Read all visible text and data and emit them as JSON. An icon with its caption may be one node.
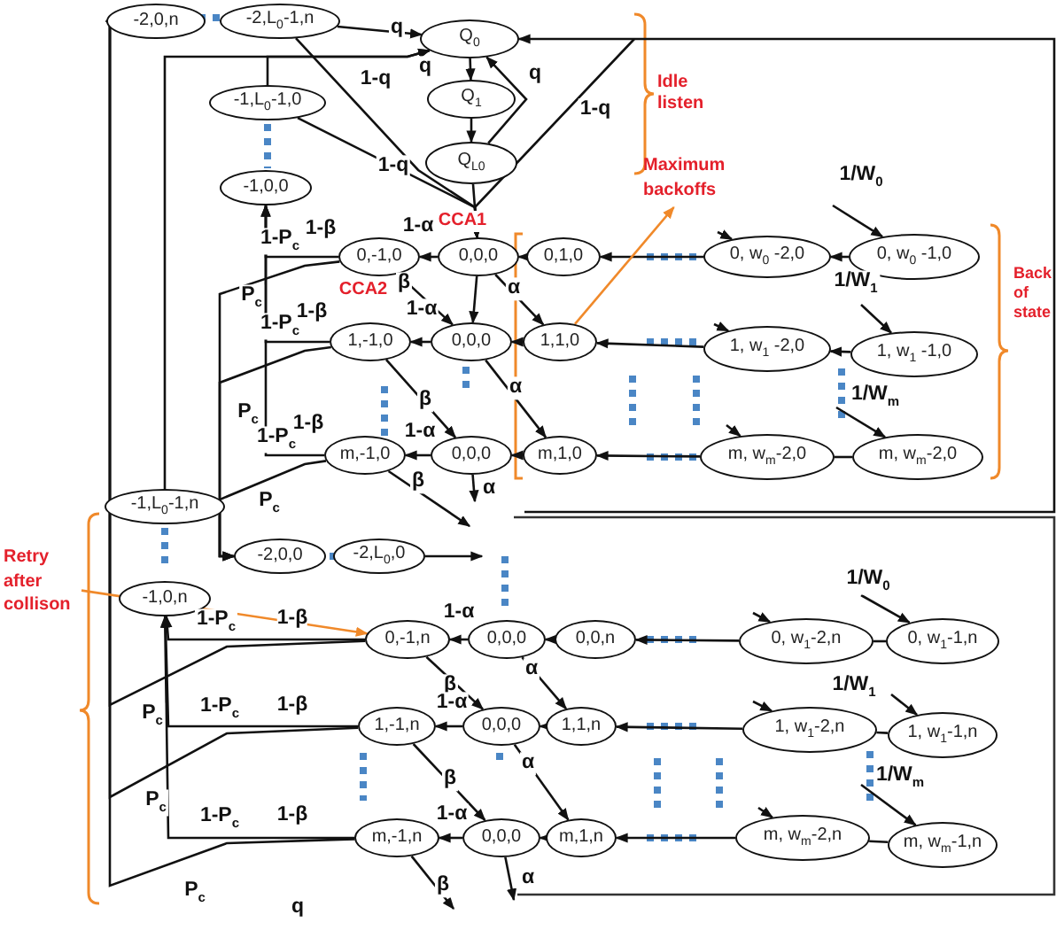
{
  "diagram": {
    "nodes": [
      {
        "text": [
          "-2,0,n"
        ]
      },
      {
        "text": [
          "-2,L$_{0}$-1,n"
        ]
      },
      {
        "text": [
          "Q$_{0}$"
        ]
      },
      {
        "text": [
          "Q$_{1}$"
        ]
      },
      {
        "text": [
          "Q$_{L0}$"
        ]
      },
      {
        "text": [
          "-1,L$_{0}$-1,0"
        ]
      },
      {
        "text": [
          "-1,0,0"
        ]
      },
      {
        "text": [
          "0,-1,0"
        ]
      },
      {
        "text": [
          "0,0,0"
        ]
      },
      {
        "text": [
          "0,1,0"
        ]
      },
      {
        "text": [
          "0, w$_{0}$ -2,0"
        ]
      },
      {
        "text": [
          "0, w$_{0}$ -1,0"
        ]
      },
      {
        "text": [
          "1,-1,0"
        ]
      },
      {
        "text": [
          "0,0,0"
        ]
      },
      {
        "text": [
          "1,1,0"
        ]
      },
      {
        "text": [
          "1, w$_{1}$ -2,0"
        ]
      },
      {
        "text": [
          "1, w$_{1}$ -1,0"
        ]
      },
      {
        "text": [
          "m,-1,0"
        ]
      },
      {
        "text": [
          "0,0,0"
        ]
      },
      {
        "text": [
          "m,1,0"
        ]
      },
      {
        "text": [
          "m, w$_{m}$-2,0"
        ]
      },
      {
        "text": [
          "m, w$_{m}$-2,0"
        ]
      },
      {
        "text": [
          "-1,L$_{0}$-1,n"
        ]
      },
      {
        "text": [
          "-2,0,0"
        ]
      },
      {
        "text": [
          "-2,L$_{0}$,0"
        ]
      },
      {
        "text": [
          "-1,0,n"
        ]
      },
      {
        "text": [
          "0,-1,n"
        ]
      },
      {
        "text": [
          "0,0,0"
        ]
      },
      {
        "text": [
          "0,0,n"
        ]
      },
      {
        "text": [
          "0, w$_{1}$-2,n"
        ]
      },
      {
        "text": [
          "0, w$_{1}$-1,n"
        ]
      },
      {
        "text": [
          "1,-1,n"
        ]
      },
      {
        "text": [
          "0,0,0"
        ]
      },
      {
        "text": [
          "1,1,n"
        ]
      },
      {
        "text": [
          "1, w$_{1}$-2,n"
        ]
      },
      {
        "text": [
          "1, w$_{1}$-1,n"
        ]
      },
      {
        "text": [
          "m,-1,n"
        ]
      },
      {
        "text": [
          "0,0,0"
        ]
      },
      {
        "text": [
          "m,1,n"
        ]
      },
      {
        "text": [
          "m, w$_{m}$-2,n"
        ]
      },
      {
        "text": [
          "m, w$_{m}$-1,n"
        ]
      },
      {
        "text": [
          "Maximum backoffs"
        ]
      },
      {
        "text": [
          "Retry after collison"
        ]
      }
    ],
    "edges": [
      {
        "from": 1,
        "to": 2,
        "arrow": "to",
        "label": "q"
      },
      {
        "from": 22,
        "to": 2,
        "arrow": "to",
        "label": "q"
      },
      {
        "from": 2,
        "to": 3,
        "arrow": "to"
      },
      {
        "from": 3,
        "to": 4,
        "arrow": "to"
      },
      {
        "from": 4,
        "to": 2,
        "arrow": "to",
        "label": "q"
      },
      {
        "from": 1,
        "to": 8,
        "arrow": "to",
        "label": "1-q"
      },
      {
        "from": 5,
        "to": 8,
        "arrow": "to",
        "label": "1-q"
      },
      {
        "from": null,
        "to": 8,
        "arrow": "to",
        "label": "1-q"
      },
      {
        "from": 4,
        "to": 8,
        "arrow": "to"
      },
      {
        "from": 8,
        "to": 7,
        "arrow": "to",
        "label": "1-α"
      },
      {
        "from": 9,
        "to": 8,
        "arrow": "to"
      },
      {
        "from": 10,
        "to": 9,
        "arrow": "to"
      },
      {
        "from": 11,
        "to": 10,
        "arrow": "to"
      },
      {
        "from": null,
        "to": 11,
        "arrow": "to",
        "label": "1/W$_{0}$"
      },
      {
        "from": 7,
        "to": 13,
        "arrow": "to",
        "label": "β"
      },
      {
        "from": 8,
        "to": 13,
        "arrow": "to"
      },
      {
        "from": 8,
        "to": 14,
        "arrow": "to",
        "label": "α"
      },
      {
        "from": 13,
        "to": 12,
        "arrow": "to",
        "label": "1-α"
      },
      {
        "from": 14,
        "to": 13,
        "arrow": "to"
      },
      {
        "from": 15,
        "to": 14,
        "arrow": "to"
      },
      {
        "from": 16,
        "to": 15,
        "arrow": "to"
      },
      {
        "from": null,
        "to": 16,
        "arrow": "to",
        "label": "1/W$_{1}$"
      },
      {
        "from": 12,
        "to": 18,
        "arrow": "to",
        "label": "β"
      },
      {
        "from": 13,
        "to": 19,
        "arrow": "to",
        "label": "α"
      },
      {
        "from": 18,
        "to": 17,
        "arrow": "to",
        "label": "1-α"
      },
      {
        "from": 19,
        "to": 18,
        "arrow": "to"
      },
      {
        "from": 20,
        "to": 19,
        "arrow": "to"
      },
      {
        "from": 21,
        "to": 20,
        "arrow": "none"
      },
      {
        "from": null,
        "to": 21,
        "arrow": "to",
        "label": "1/W$_{m}$"
      },
      {
        "from": 17,
        "to": null,
        "arrow": "to",
        "label": "β"
      },
      {
        "from": 18,
        "to": null,
        "arrow": "to",
        "label": "α"
      },
      {
        "from": 7,
        "to": 6,
        "arrow": "to",
        "label": "1-P$_{c}$"
      },
      {
        "from": 12,
        "to": 6,
        "arrow": "to",
        "label": "1-P$_{c}$"
      },
      {
        "from": 17,
        "to": 6,
        "arrow": "to",
        "label": "1-P$_{c}$"
      },
      {
        "from": 7,
        "to": 23,
        "arrow": "to",
        "label": "P$_{c}$"
      },
      {
        "from": 12,
        "to": 23,
        "arrow": "to",
        "label": "P$_{c}$"
      },
      {
        "from": 17,
        "to": 23,
        "arrow": "to",
        "label": "P$_{c}$"
      },
      {
        "from": 24,
        "to": null,
        "arrow": "to"
      },
      {
        "from": 5,
        "to": 2,
        "arrow": "to"
      },
      {
        "from": 27,
        "to": 26,
        "arrow": "to",
        "label": "1-α"
      },
      {
        "from": 28,
        "to": 27,
        "arrow": "to"
      },
      {
        "from": 29,
        "to": 28,
        "arrow": "to"
      },
      {
        "from": 30,
        "to": 29,
        "arrow": "none"
      },
      {
        "from": null,
        "to": 30,
        "arrow": "to",
        "label": "1/W$_{0}$"
      },
      {
        "from": 26,
        "to": 32,
        "arrow": "to",
        "label": "β"
      },
      {
        "from": 27,
        "to": 33,
        "arrow": "to",
        "label": "α"
      },
      {
        "from": 32,
        "to": 31,
        "arrow": "to",
        "label": "1-α"
      },
      {
        "from": 33,
        "to": 32,
        "arrow": "to"
      },
      {
        "from": 34,
        "to": 33,
        "arrow": "to"
      },
      {
        "from": 35,
        "to": 34,
        "arrow": "none"
      },
      {
        "from": null,
        "to": 35,
        "arrow": "to",
        "label": "1/W$_{1}$"
      },
      {
        "from": 31,
        "to": 37,
        "arrow": "to",
        "label": "β"
      },
      {
        "from": 32,
        "to": 38,
        "arrow": "to",
        "label": "α"
      },
      {
        "from": 37,
        "to": 36,
        "arrow": "to",
        "label": "1-α"
      },
      {
        "from": 38,
        "to": 37,
        "arrow": "to"
      },
      {
        "from": 39,
        "to": 38,
        "arrow": "to"
      },
      {
        "from": 40,
        "to": 39,
        "arrow": "none"
      },
      {
        "from": null,
        "to": 40,
        "arrow": "to",
        "label": "1/W$_{m}$"
      },
      {
        "from": 36,
        "to": null,
        "arrow": "to",
        "label": "β"
      },
      {
        "from": 37,
        "to": null,
        "arrow": "to",
        "label": "α"
      },
      {
        "from": 26,
        "to": 25,
        "arrow": "to",
        "label": "1-P$_{c}$"
      },
      {
        "from": 31,
        "to": 25,
        "arrow": "to",
        "label": "1-P$_{c}$"
      },
      {
        "from": 36,
        "to": 25,
        "arrow": "to",
        "label": "1-P$_{c}$"
      },
      {
        "from": 26,
        "to": 0,
        "arrow": "to",
        "label": "P$_{c}$"
      },
      {
        "from": 31,
        "to": 0,
        "arrow": "to",
        "label": "P$_{c}$"
      },
      {
        "from": 36,
        "to": 0,
        "arrow": "to",
        "label": "P$_{c}$"
      },
      {
        "from": null,
        "to": 10,
        "arrow": "to"
      },
      {
        "from": null,
        "to": 15,
        "arrow": "to"
      },
      {
        "from": null,
        "to": 20,
        "arrow": "to"
      },
      {
        "from": null,
        "to": 29,
        "arrow": "to"
      },
      {
        "from": null,
        "to": 34,
        "arrow": "to"
      },
      {
        "from": null,
        "to": 39,
        "arrow": "to"
      },
      {
        "from": 14,
        "to": 41,
        "arrow": "to",
        "color": "#f0892a"
      },
      {
        "from": 42,
        "to": 26,
        "arrow": "to",
        "color": "#f0892a"
      },
      {
        "from": null,
        "to": 2,
        "arrow": "to"
      }
    ],
    "labels": [
      "CCA1",
      "CCA2",
      "1-β",
      "1-β",
      "1-β",
      "1-β",
      "1-β",
      "1-β",
      "Idle listen",
      "Back of state",
      "q"
    ]
  }
}
